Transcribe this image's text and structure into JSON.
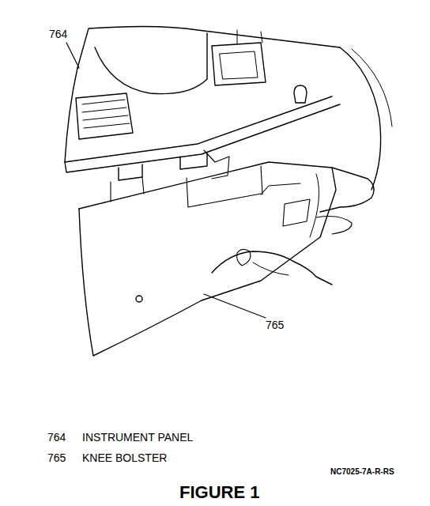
{
  "diagram": {
    "caption": "FIGURE 1",
    "labels": [
      "764",
      "765",
      "764",
      "INSTRUMENT PANEL",
      "765",
      "KNEE BOLSTER",
      "NC7025-7A-R-RS"
    ]
  }
}
